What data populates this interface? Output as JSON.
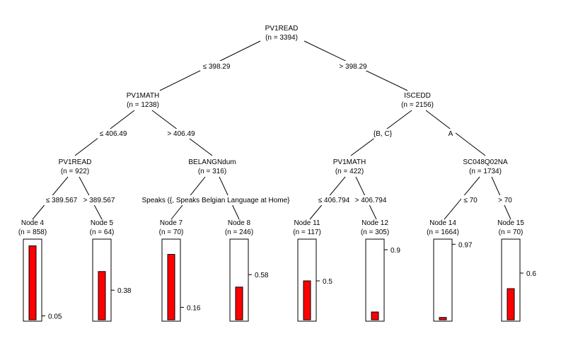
{
  "colors": {
    "bar": "#ff0000"
  },
  "nodes": {
    "n1": {
      "var": "PV1READ",
      "n": "(n = 3394)"
    },
    "n2": {
      "var": "PV1MATH",
      "n": "(n = 1238)"
    },
    "n3": {
      "var": "PV1READ",
      "n": "(n = 922)"
    },
    "n6": {
      "var": "BELANGNdum",
      "n": "(n = 316)"
    },
    "n9": {
      "var": "ISCEDD",
      "n": "(n = 2156)"
    },
    "n10": {
      "var": "PV1MATH",
      "n": "(n = 422)"
    },
    "n13": {
      "var": "SC048Q02NA",
      "n": "(n = 1734)"
    }
  },
  "edges": {
    "e1_2": "≤ 398.29",
    "e1_9": "> 398.29",
    "e2_3": "≤ 406.49",
    "e2_6": "> 406.49",
    "e9_10": "{B, C}",
    "e9_13": "A",
    "e3_4": "≤ 389.567",
    "e3_5": "> 389.567",
    "e6_split": "Speaks ({, Speaks Belgian Language at Home}",
    "e10_11": "≤ 406.794",
    "e10_12": "> 406.794",
    "e13_14": "≤ 70",
    "e13_15": "> 70"
  },
  "leaves": [
    {
      "label": "Node 4",
      "n": "(n = 858)",
      "value": 0.95,
      "tick": "0.05"
    },
    {
      "label": "Node 5",
      "n": "(n = 64)",
      "value": 0.62,
      "tick": "0.38"
    },
    {
      "label": "Node 7",
      "n": "(n = 70)",
      "value": 0.84,
      "tick": "0.16"
    },
    {
      "label": "Node 8",
      "n": "(n = 246)",
      "value": 0.42,
      "tick": "0.58"
    },
    {
      "label": "Node 11",
      "n": "(n = 117)",
      "value": 0.5,
      "tick": "0.5"
    },
    {
      "label": "Node 12",
      "n": "(n = 305)",
      "value": 0.1,
      "tick": "0.9"
    },
    {
      "label": "Node 14",
      "n": "(n = 1664)",
      "value": 0.03,
      "tick": "0.97"
    },
    {
      "label": "Node 15",
      "n": "(n = 70)",
      "value": 0.4,
      "tick": "0.6"
    }
  ]
}
